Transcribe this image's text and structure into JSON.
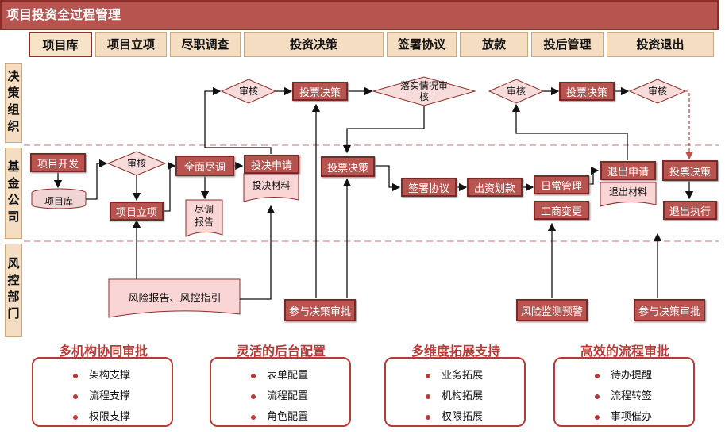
{
  "title": "项目投资全过程管理",
  "phases": [
    "项目库",
    "项目立项",
    "尽职调查",
    "投资决策",
    "签署协议",
    "放款",
    "投后管理",
    "投资退出"
  ],
  "lanes": [
    "决策组织",
    "基金公司",
    "风控部门"
  ],
  "decision": {
    "review1": "审核",
    "vote1": "投票决策",
    "review2": "落实情况审核",
    "review3": "审核",
    "vote2": "投票决策",
    "review4": "审核"
  },
  "fund": {
    "dev": "项目开发",
    "pool": "项目库",
    "review": "审核",
    "approve": "项目立项",
    "dd": "全面尽调",
    "dd_report": "尽调报告",
    "apply": "投决申请",
    "apply_doc": "投决材料",
    "vote": "投票决策",
    "sign": "签署协议",
    "fund": "出资划款",
    "daily": "日常管理",
    "change": "工商变更",
    "exit_apply": "退出申请",
    "exit_doc": "退出材料",
    "exit_vote": "投票决策",
    "exit_exec": "退出执行"
  },
  "risk": {
    "report": "风险报告、风控指引",
    "join1": "参与决策审批",
    "monitor": "风险监测预警",
    "join2": "参与决策审批"
  },
  "features": [
    {
      "title": "多机构协同审批",
      "items": [
        "架构支撑",
        "流程支撑",
        "权限支撑"
      ]
    },
    {
      "title": "灵活的后台配置",
      "items": [
        "表单配置",
        "流程配置",
        "角色配置"
      ]
    },
    {
      "title": "多维度拓展支持",
      "items": [
        "业务拓展",
        "机构拓展",
        "权限拓展"
      ]
    },
    {
      "title": "高效的流程审批",
      "items": [
        "待办提醒",
        "流程转签",
        "事项催办"
      ]
    }
  ],
  "colors": {
    "accent": "#b85450",
    "band": "#f4ddc0",
    "doc": "#f9d5d5"
  }
}
